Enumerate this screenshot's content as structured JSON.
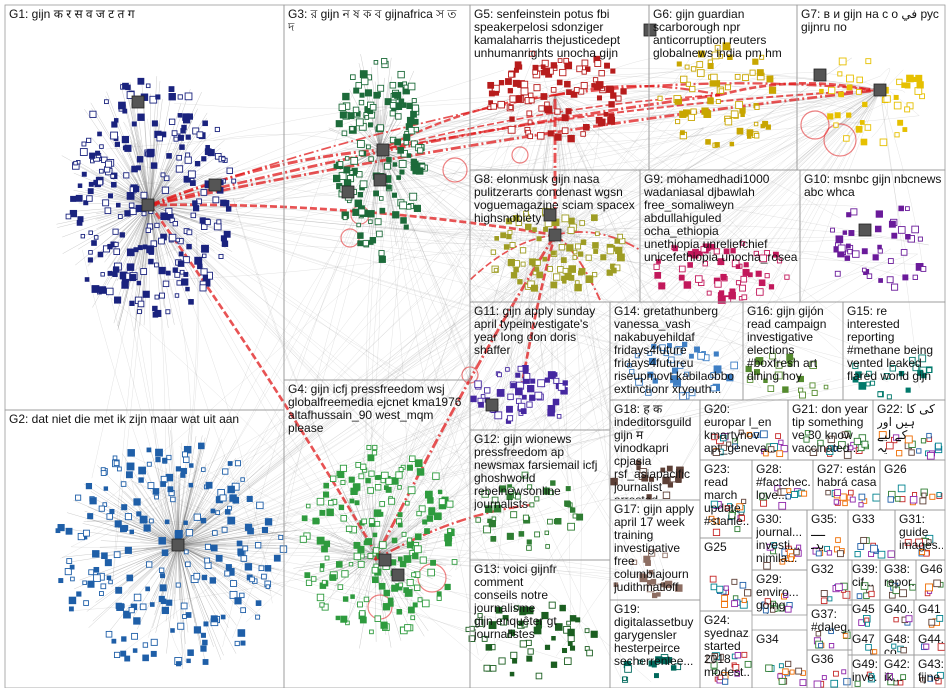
{
  "groups": [
    {
      "id": "G1",
      "label": "G1: gijn क र स व ज ट त  ग"
    },
    {
      "id": "G2",
      "label": "G2: dat niet die met ik zijn maar wat uit aan"
    },
    {
      "id": "G3",
      "label": "G3: র gijn ন ষ ক ব gijnafrica স ত\nদ"
    },
    {
      "id": "G4",
      "label": "G4: gijn icfj pressfreedom wsj\nglobalfreemedia ejcnet kma1976\naltafhussain_90 west_mqm please"
    },
    {
      "id": "G5",
      "label": "G5: senfeinstein potus fbi\nspeakerpelosi sdonziger\nkamalaharris thejusticedept\nunhumanrights unocha gijn"
    },
    {
      "id": "G6",
      "label": "G6: gijn guardian\nscarborough npr\nanticorruption reuters\nglobalnews india pm hm"
    },
    {
      "id": "G7",
      "label": "G7: в и gijn на с о في рус\ngijnru по"
    },
    {
      "id": "G8",
      "label": "G8: elonmusk gijn nasa\npulitzerarts condenast wgsn\nvoguemagazine sciam spacex\nhighsnobiety"
    },
    {
      "id": "G9",
      "label": "G9: mohamedhadi1000\nwadaniasal djbawlah\nfree_somaliweyn\nabdullahiguled ocha_ethiopia\nunethiopia unreliefchief\nunicefethiopia unocha_rosea"
    },
    {
      "id": "G10",
      "label": "G10: msnbc gijn nbcnews\nabc whca"
    },
    {
      "id": "G11",
      "label": "G11: gijn apply sunday\napril typeinvestigate's\nyear long don doris\nshaffer"
    },
    {
      "id": "G12",
      "label": "G12: gijn wionews\npressfreedom ap\nnewsmax farsiemail icfj\nghoshworld\nrebelnewsonline\njournalists"
    },
    {
      "id": "G13",
      "label": "G13: voici gijnfr comment\nconseils notre journalisme\ngijn enquêter gt\njournalistes"
    },
    {
      "id": "G14",
      "label": "G14: gretathunberg\nvanessa_vash\nnakabuyehildaf\nfridays4future\nfridays4futureu\nriseupmovt kabilaobbo\nextinctionr xryouth..."
    },
    {
      "id": "G15",
      "label": "G15: re interested\nreporting\n#methane being\nvented leaked\nflared world gijn"
    },
    {
      "id": "G16",
      "label": "G16: gijn gijón\nread campaign\ninvestigative\nelections\n#boxfresh art\ndining hoy"
    },
    {
      "id": "G17",
      "label": "G17: gijn apply\napril 17 week\ntraining\ninvestigative\nfree\ncolumbiajourn\njudithmatloff"
    },
    {
      "id": "G18",
      "label": "G18: ह क\nindeditorsguild\ngijn म vinodkapri\ncpjasia\nrsf_asiapacific\njournalist\narrested"
    },
    {
      "id": "G19",
      "label": "G19:\ndigitalassetbuy\ngarygensler\nhesterpeirce\nsecherrenlee..."
    },
    {
      "id": "G20",
      "label": "G20:\neuropar l_en\nkmartynov\napt_geneva..."
    },
    {
      "id": "G21",
      "label": "G21: don year\ntip something\nve 30 know\nvaccinated..."
    },
    {
      "id": "G22",
      "label": "G22: کی کا\nہیں اور\nکے لیے\nیہ"
    },
    {
      "id": "G23",
      "label": "G23:\nread\nmarch\nupdate\n#stanle..."
    },
    {
      "id": "G24",
      "label": "G24:\nsyednaz...\nstarted\n2018\nmodest..."
    },
    {
      "id": "G25",
      "label": "G25"
    },
    {
      "id": "G26",
      "label": "G26"
    },
    {
      "id": "G27",
      "label": "G27: están\nhabrá casa"
    },
    {
      "id": "G28",
      "label": "G28:\n#factchec...\nlove..."
    },
    {
      "id": "G29",
      "label": "G29:\nenviro...\ngoing\ntake..."
    },
    {
      "id": "G30",
      "label": "G30:\njournal...\ninvesti...\nnimila..."
    },
    {
      "id": "G31",
      "label": "G31:\nguide\nimages..."
    },
    {
      "id": "G32",
      "label": "G32"
    },
    {
      "id": "G33",
      "label": "G33"
    },
    {
      "id": "G34",
      "label": "G34"
    },
    {
      "id": "G35",
      "label": "G35: ــــ\nبدـ"
    },
    {
      "id": "G36",
      "label": "G36"
    },
    {
      "id": "G37",
      "label": "G37:\n#daleg..."
    },
    {
      "id": "G38",
      "label": "G38:\nrepor..."
    },
    {
      "id": "G39",
      "label": "G39:\ncif..."
    },
    {
      "id": "G40",
      "label": "G40..."
    },
    {
      "id": "G41",
      "label": "G41"
    },
    {
      "id": "G42",
      "label": "G42:\nik..."
    },
    {
      "id": "G43",
      "label": "G43:\nfijne"
    },
    {
      "id": "G44",
      "label": "G44..."
    },
    {
      "id": "G45",
      "label": "G45"
    },
    {
      "id": "G46",
      "label": "G46"
    },
    {
      "id": "G47",
      "label": "G47"
    },
    {
      "id": "G48",
      "label": "G48:\nco #..."
    },
    {
      "id": "G49",
      "label": "G49:\ninve..."
    }
  ],
  "colors": {
    "edge": "#7a7a7a",
    "edge_strong": "#e0191b",
    "border": "#9a9a9a",
    "G1_nodes": "#1a237e",
    "G2_nodes": "#1f5fa8",
    "G3_nodes": "#1d6b3a",
    "G4_nodes": "#2e9b3e",
    "G5_nodes": "#b71c1c",
    "G6_nodes": "#c8a600",
    "G7_nodes": "#e6c000",
    "G8_nodes": "#9e9d24",
    "G9_nodes": "#c2185b",
    "G10_nodes": "#6a1b9a",
    "G11_nodes": "#4527a0",
    "G12_nodes": "#2e7d32",
    "G13_nodes": "#1b5e20",
    "G14_nodes": "#3f7fc4",
    "G15_nodes": "#00796b",
    "G16_nodes": "#558b2f",
    "G17_nodes": "#8d6e63",
    "G18_nodes": "#5d4037",
    "G19_nodes": "#00695c"
  }
}
